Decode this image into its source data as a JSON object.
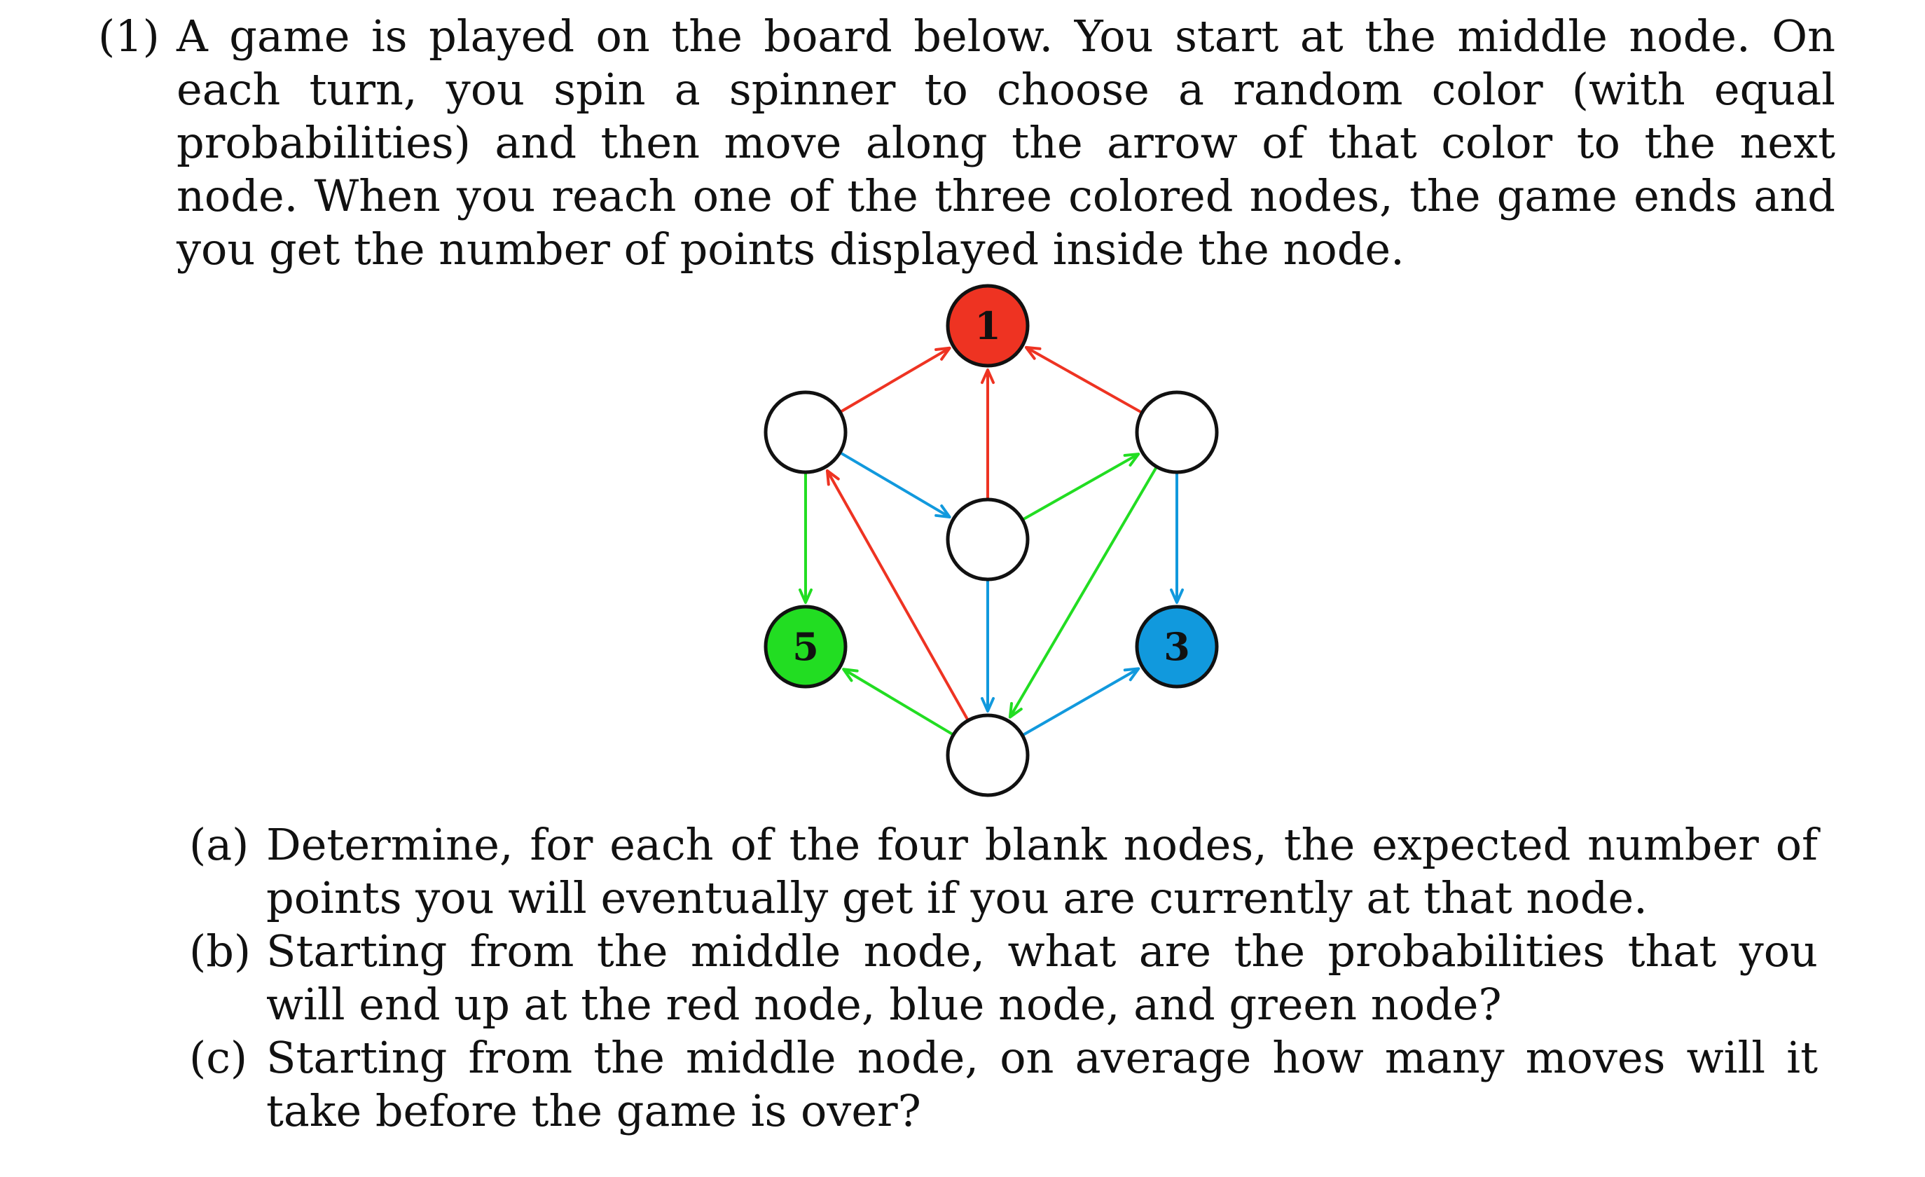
{
  "problem": {
    "number": "(1)",
    "text": "A game is played on the board below. You start at the middle node. On each turn, you spin a spinner to choose a random color (with equal probabilities) and then move along the arrow of that color to the next node. When you reach one of the three colored nodes, the game ends and you get the number of points displayed inside the node."
  },
  "diagram": {
    "colors": {
      "red": "#ee3322",
      "green": "#22dd22",
      "blue": "#1199dd",
      "blank": "#ffffff",
      "outline": "#111111"
    },
    "nodes": [
      {
        "id": "red-node",
        "label": "1",
        "fill": "red"
      },
      {
        "id": "top-left-node",
        "label": "",
        "fill": "blank"
      },
      {
        "id": "top-right-node",
        "label": "",
        "fill": "blank"
      },
      {
        "id": "middle-node",
        "label": "",
        "fill": "blank"
      },
      {
        "id": "green-node",
        "label": "5",
        "fill": "green"
      },
      {
        "id": "blue-node",
        "label": "3",
        "fill": "blue"
      },
      {
        "id": "bottom-node",
        "label": "",
        "fill": "blank"
      }
    ],
    "edges": [
      {
        "from": "top-left-node",
        "to": "red-node",
        "color": "red"
      },
      {
        "from": "top-right-node",
        "to": "red-node",
        "color": "red"
      },
      {
        "from": "middle-node",
        "to": "red-node",
        "color": "red"
      },
      {
        "from": "bottom-node",
        "to": "top-left-node",
        "color": "red"
      },
      {
        "from": "top-left-node",
        "to": "green-node",
        "color": "green"
      },
      {
        "from": "middle-node",
        "to": "top-right-node",
        "color": "green"
      },
      {
        "from": "top-right-node",
        "to": "bottom-node",
        "color": "green"
      },
      {
        "from": "bottom-node",
        "to": "green-node",
        "color": "green"
      },
      {
        "from": "top-left-node",
        "to": "middle-node",
        "color": "blue"
      },
      {
        "from": "middle-node",
        "to": "bottom-node",
        "color": "blue"
      },
      {
        "from": "top-right-node",
        "to": "blue-node",
        "color": "blue"
      },
      {
        "from": "bottom-node",
        "to": "blue-node",
        "color": "blue"
      }
    ]
  },
  "subparts": [
    {
      "label": "(a)",
      "text": "Determine, for each of the four blank nodes, the expected number of points you will eventually get if you are currently at that node."
    },
    {
      "label": "(b)",
      "text": "Starting from the middle node, what are the probabilities that you will end up at the red node, blue node, and green node?"
    },
    {
      "label": "(c)",
      "text": "Starting from the middle node, on average how many moves will it take before the game is over?"
    }
  ]
}
